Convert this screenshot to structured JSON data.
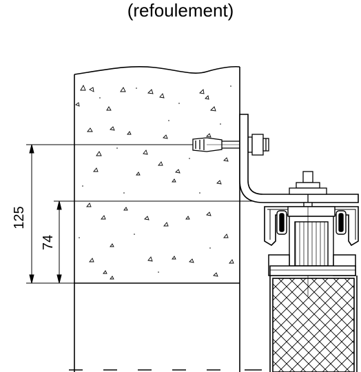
{
  "caption": "(refoulement)",
  "dimensions": {
    "upper": "125",
    "lower": "74"
  },
  "colors": {
    "ink": "#000000",
    "paper": "#ffffff"
  }
}
